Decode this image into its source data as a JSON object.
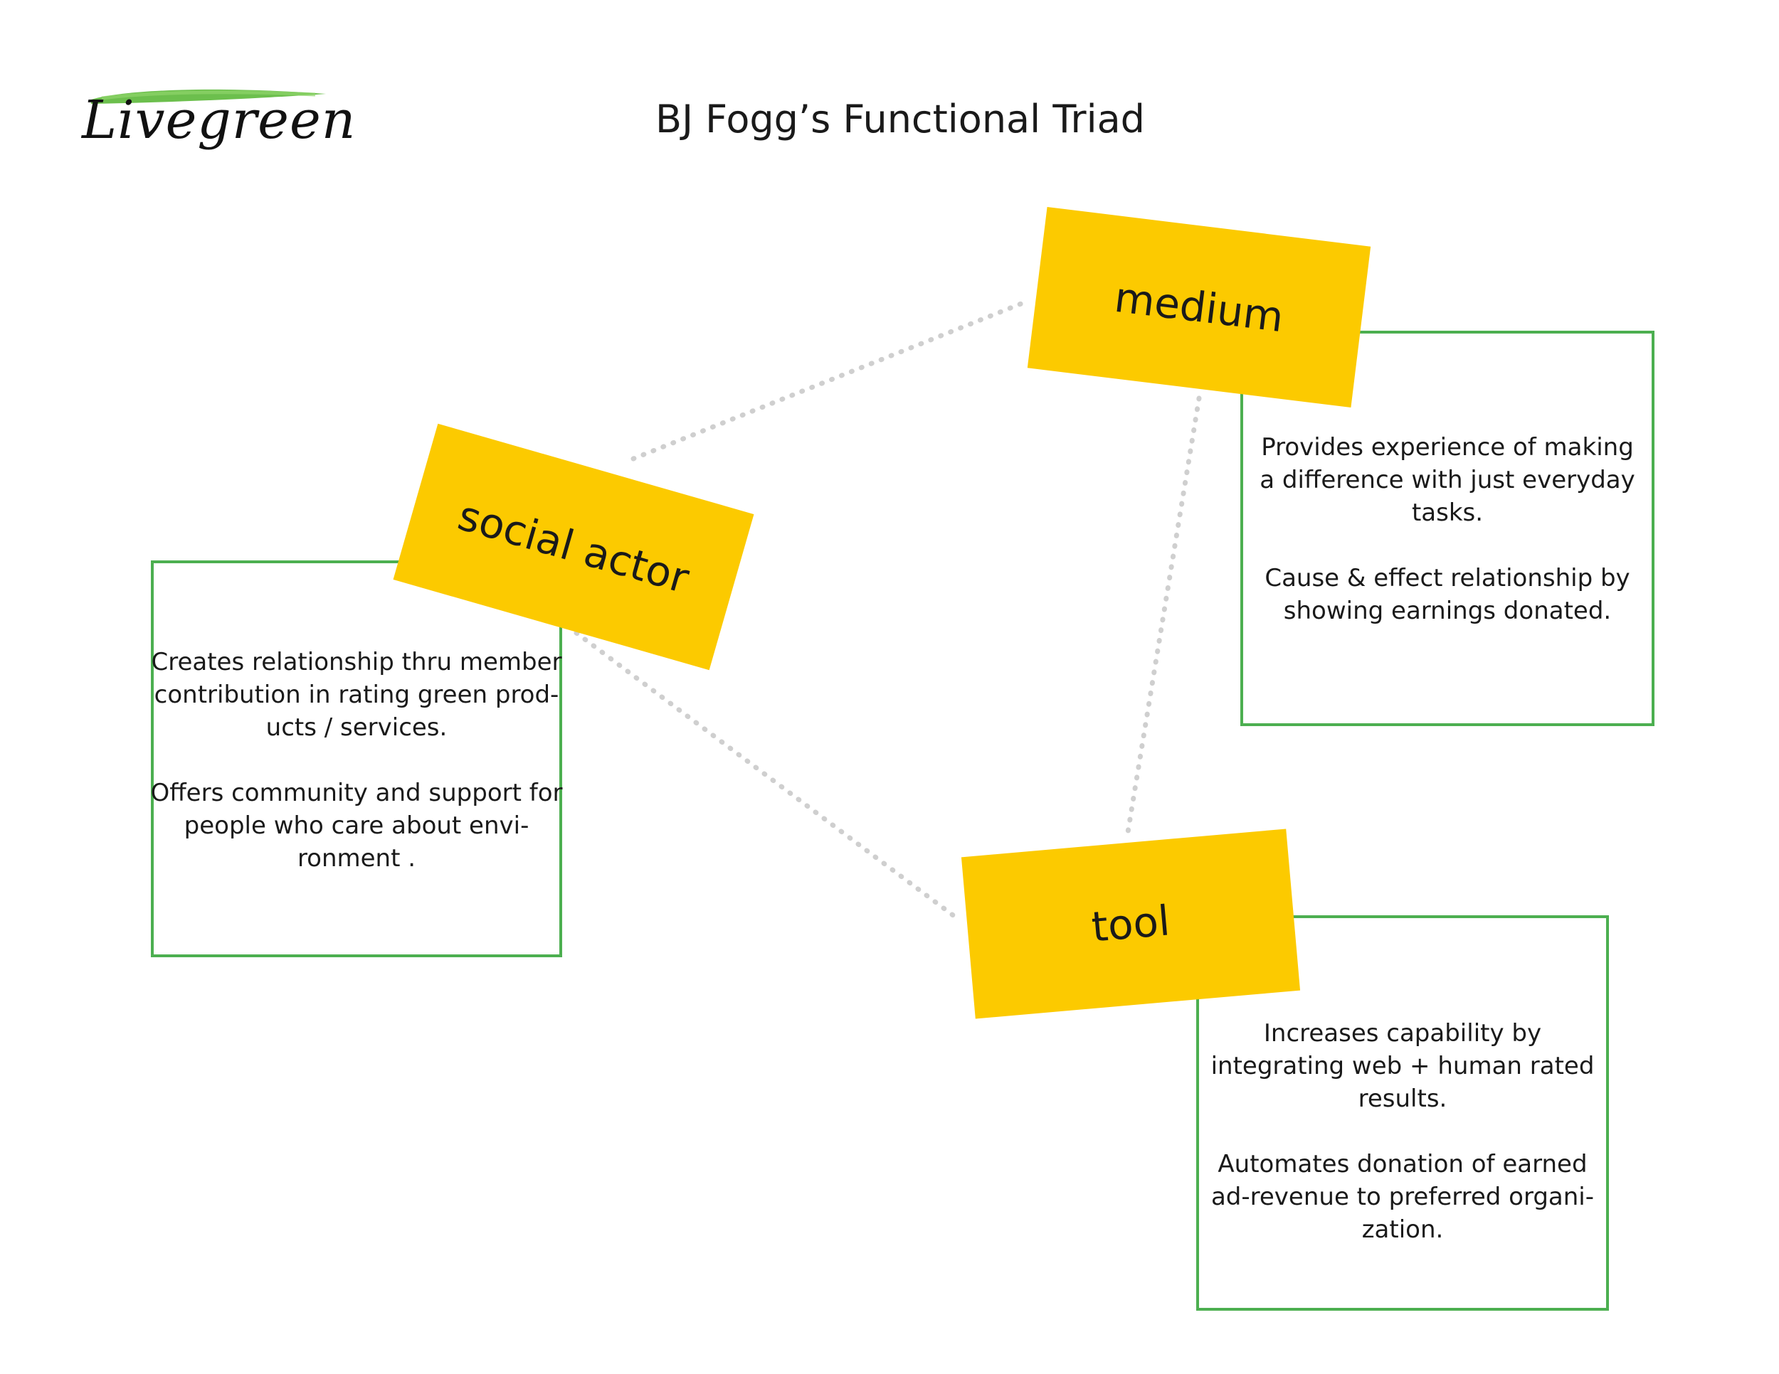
{
  "logo": {
    "text": "Livegreen",
    "stroke_color": "#5cb83a"
  },
  "title": "BJ Fogg’s Functional Triad",
  "colors": {
    "role_fill": "#fcca00",
    "box_border": "#4caf50",
    "connector": "#cfcfcf"
  },
  "roles": {
    "medium": "medium",
    "social_actor": "social actor",
    "tool": "tool"
  },
  "notes": {
    "medium": {
      "line1": "Provides experience of making a difference with just everyday tasks.",
      "line2": "Cause & effect relationship by showing earnings donated."
    },
    "social_actor": {
      "line1": "Creates relationship thru member contribution in rating green prod-ucts / services.",
      "line2": "Offers community and support for people who care about envi-ronment ."
    },
    "tool": {
      "line1": "Increases capability by integrating web + human rated results.",
      "line2": "Automates donation of earned ad-revenue to preferred organi-zation."
    }
  }
}
